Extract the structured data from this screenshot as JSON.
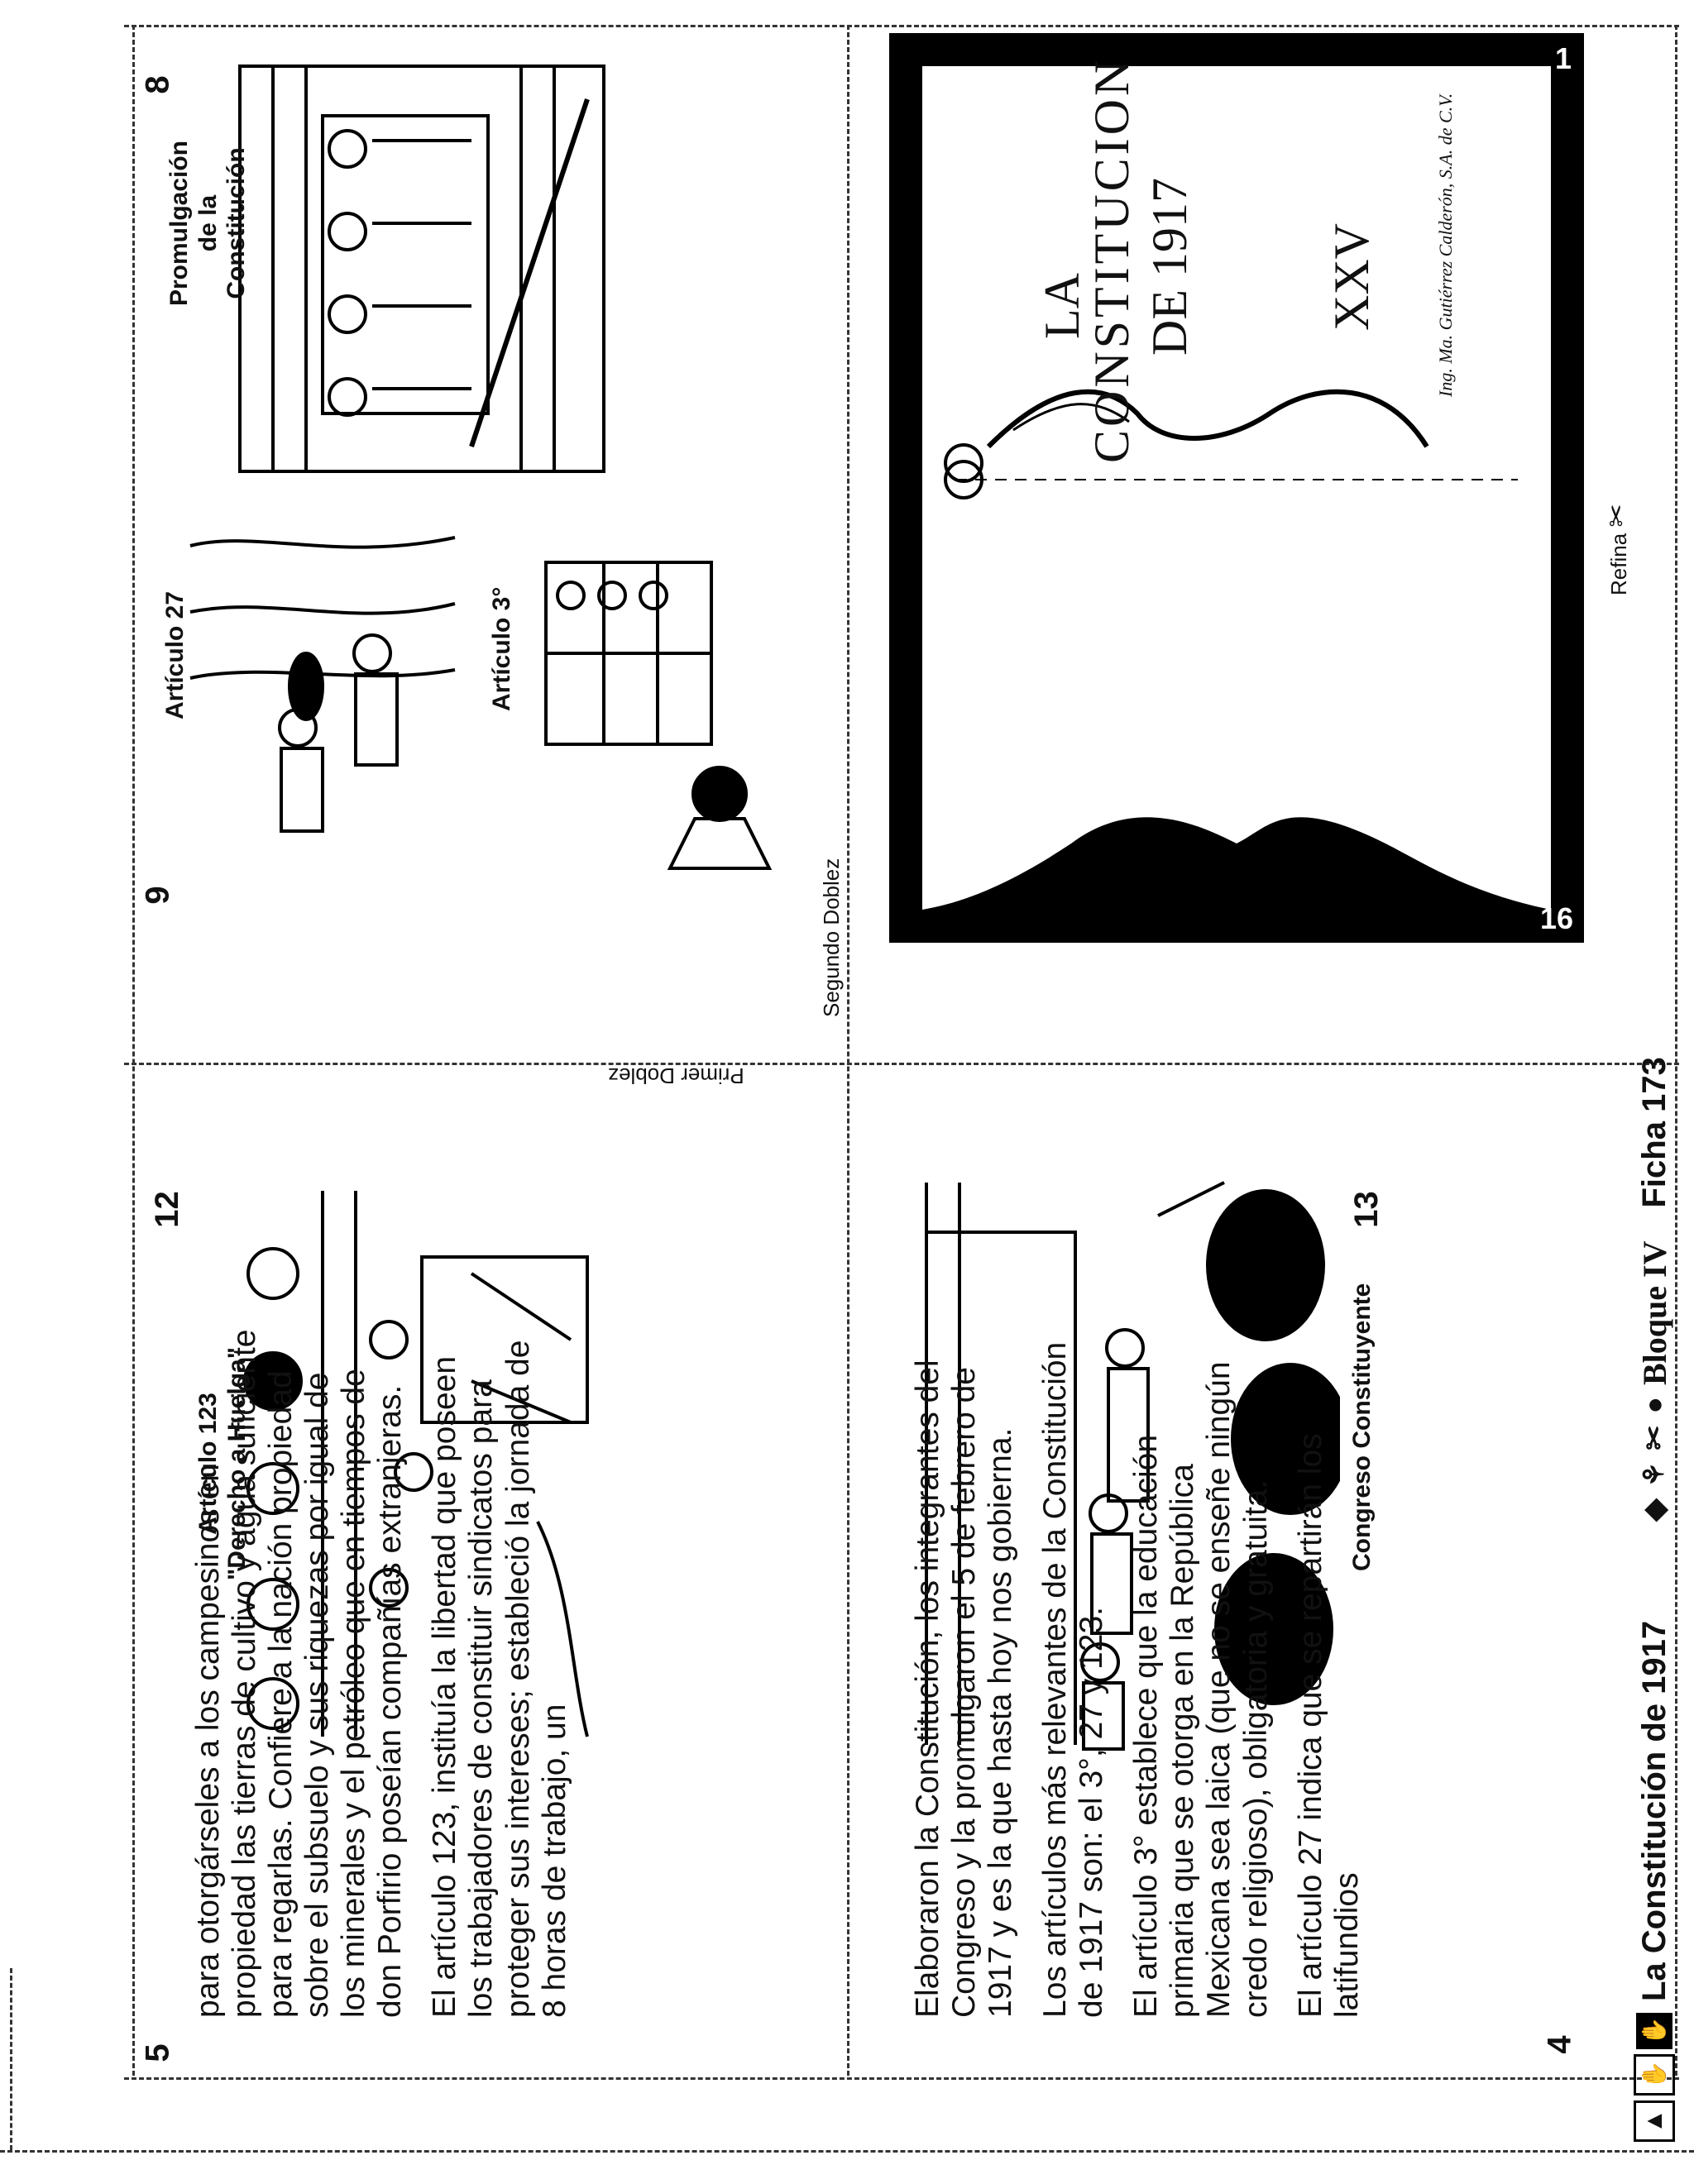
{
  "title": "La Constitución de 1917",
  "block": "Bloque IV",
  "card": "Ficha 173",
  "cover": {
    "title_line1": "LA",
    "title_line2": "CONSTITUCION",
    "title_line3": "DE 1917",
    "volume": "XXV",
    "publisher": "Ing. Ma. Gutiérrez Calderón, S.A. de C.V.",
    "page_left": "16",
    "page_right": "1"
  },
  "captions": {
    "promulgacion": "Promulgación de la Constitución",
    "art27": "Artículo 27",
    "art3": "Artículo 3°",
    "art123_line1": "Artículo 123",
    "art123_line2": "\"Derecho a Huelga\"",
    "congreso": "Congreso Constituyente"
  },
  "pages": {
    "p8": "8",
    "p9": "9",
    "p12": "12",
    "p13": "13",
    "p5": "5",
    "p4": "4"
  },
  "folds": {
    "first": "Primer Doblez",
    "second": "Segundo Doblez",
    "refine": "Refina"
  },
  "text_p4": {
    "para1": "Elaboraron la Constitución, los integrantes del Congreso y la promulgaron el 5 de febrero de 1917 y es la que hasta hoy nos gobierna.",
    "para2": "Los artículos más relevantes de la Constitución de 1917 son: el 3°, 27 y 123.",
    "para3": "El artículo 3° establece que la educación primaria que se otorga en la República Mexicana sea laica (que no se enseñe ningún credo religioso), obligatoria y gratuita.",
    "para4": "El artículo 27 indica que se repartirán los latifundios"
  },
  "text_p5": {
    "para1": "para otorgárseles a los campesinos en propiedad las tierras de cultivo y agua suficiente para regarlas. Confiere a la nación propiedad sobre el subsuelo y sus riquezas por igual de los minerales y el petróleo que en tiempos de don Porfirio poseían compañías extranjeras.",
    "para2": "El artículo 123, instituía la libertad que poseen los trabajadores de constituir sindicatos para proteger sus intereses; estableció la jornada de 8 horas de trabajo, un"
  },
  "icons": [
    "pyramid-icon",
    "hand-icon",
    "hands-icon",
    "plant-icon",
    "scissors-icon",
    "head-icon",
    "stone-icon"
  ]
}
